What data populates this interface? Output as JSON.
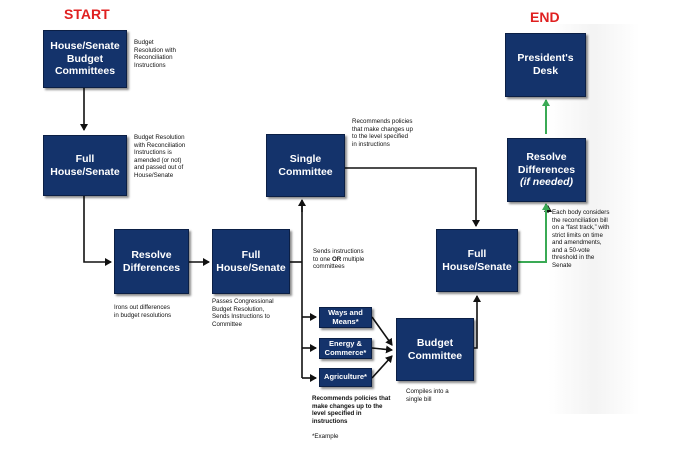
{
  "headings": {
    "start": "START",
    "end": "END"
  },
  "colors": {
    "box_fill": "#14336b",
    "heading_red": "#e02020",
    "arrow_black": "#111111",
    "arrow_green": "#3aaa55"
  },
  "boxes": {
    "house_senate_budget": "House/Senate\nBudget\nCommittees",
    "full_1": "Full\nHouse/Senate",
    "resolve_1": "Resolve\nDifferences",
    "full_2": "Full\nHouse/Senate",
    "single_committee": "Single\nCommittee",
    "ways_means": "Ways and\nMeans*",
    "energy_commerce": "Energy &\nCommerce*",
    "agriculture": "Agriculture*",
    "budget_committee": "Budget\nCommittee",
    "full_3": "Full\nHouse/Senate",
    "resolve_2_line1": "Resolve\nDifferences",
    "resolve_2_line2": "(if needed)",
    "presidents_desk": "President's\nDesk"
  },
  "notes": {
    "n1": "Budget\nResolution with\nReconciliation\nInstructions",
    "n2": "Budget Resolution\nwith Reconciliation\nInstructions is\namended (or not)\nand passed out of\nHouse/Senate",
    "n3": "Irons out differences\nin budget resolutions",
    "n4": "Passes Congressional\nBudget Resolution,\nSends Instructions to\nCommittee",
    "n5": "Recommends policies\nthat make changes up\nto the level specified\nin instructions",
    "n6_pre": "Sends instructions\nto one ",
    "n6_bold": "OR",
    "n6_post": " multiple\ncommittees",
    "n7": "Recommends policies that\nmake changes up to the\nlevel specified in\ninstructions",
    "n8": "*Example",
    "n9": "Compiles into a\nsingle bill",
    "n10": "Each body considers\nthe reconciliation bill\non a “fast track,” with\nstrict limits on time\nand amendments,\nand a 50-vote\nthreshold in the\nSenate"
  }
}
